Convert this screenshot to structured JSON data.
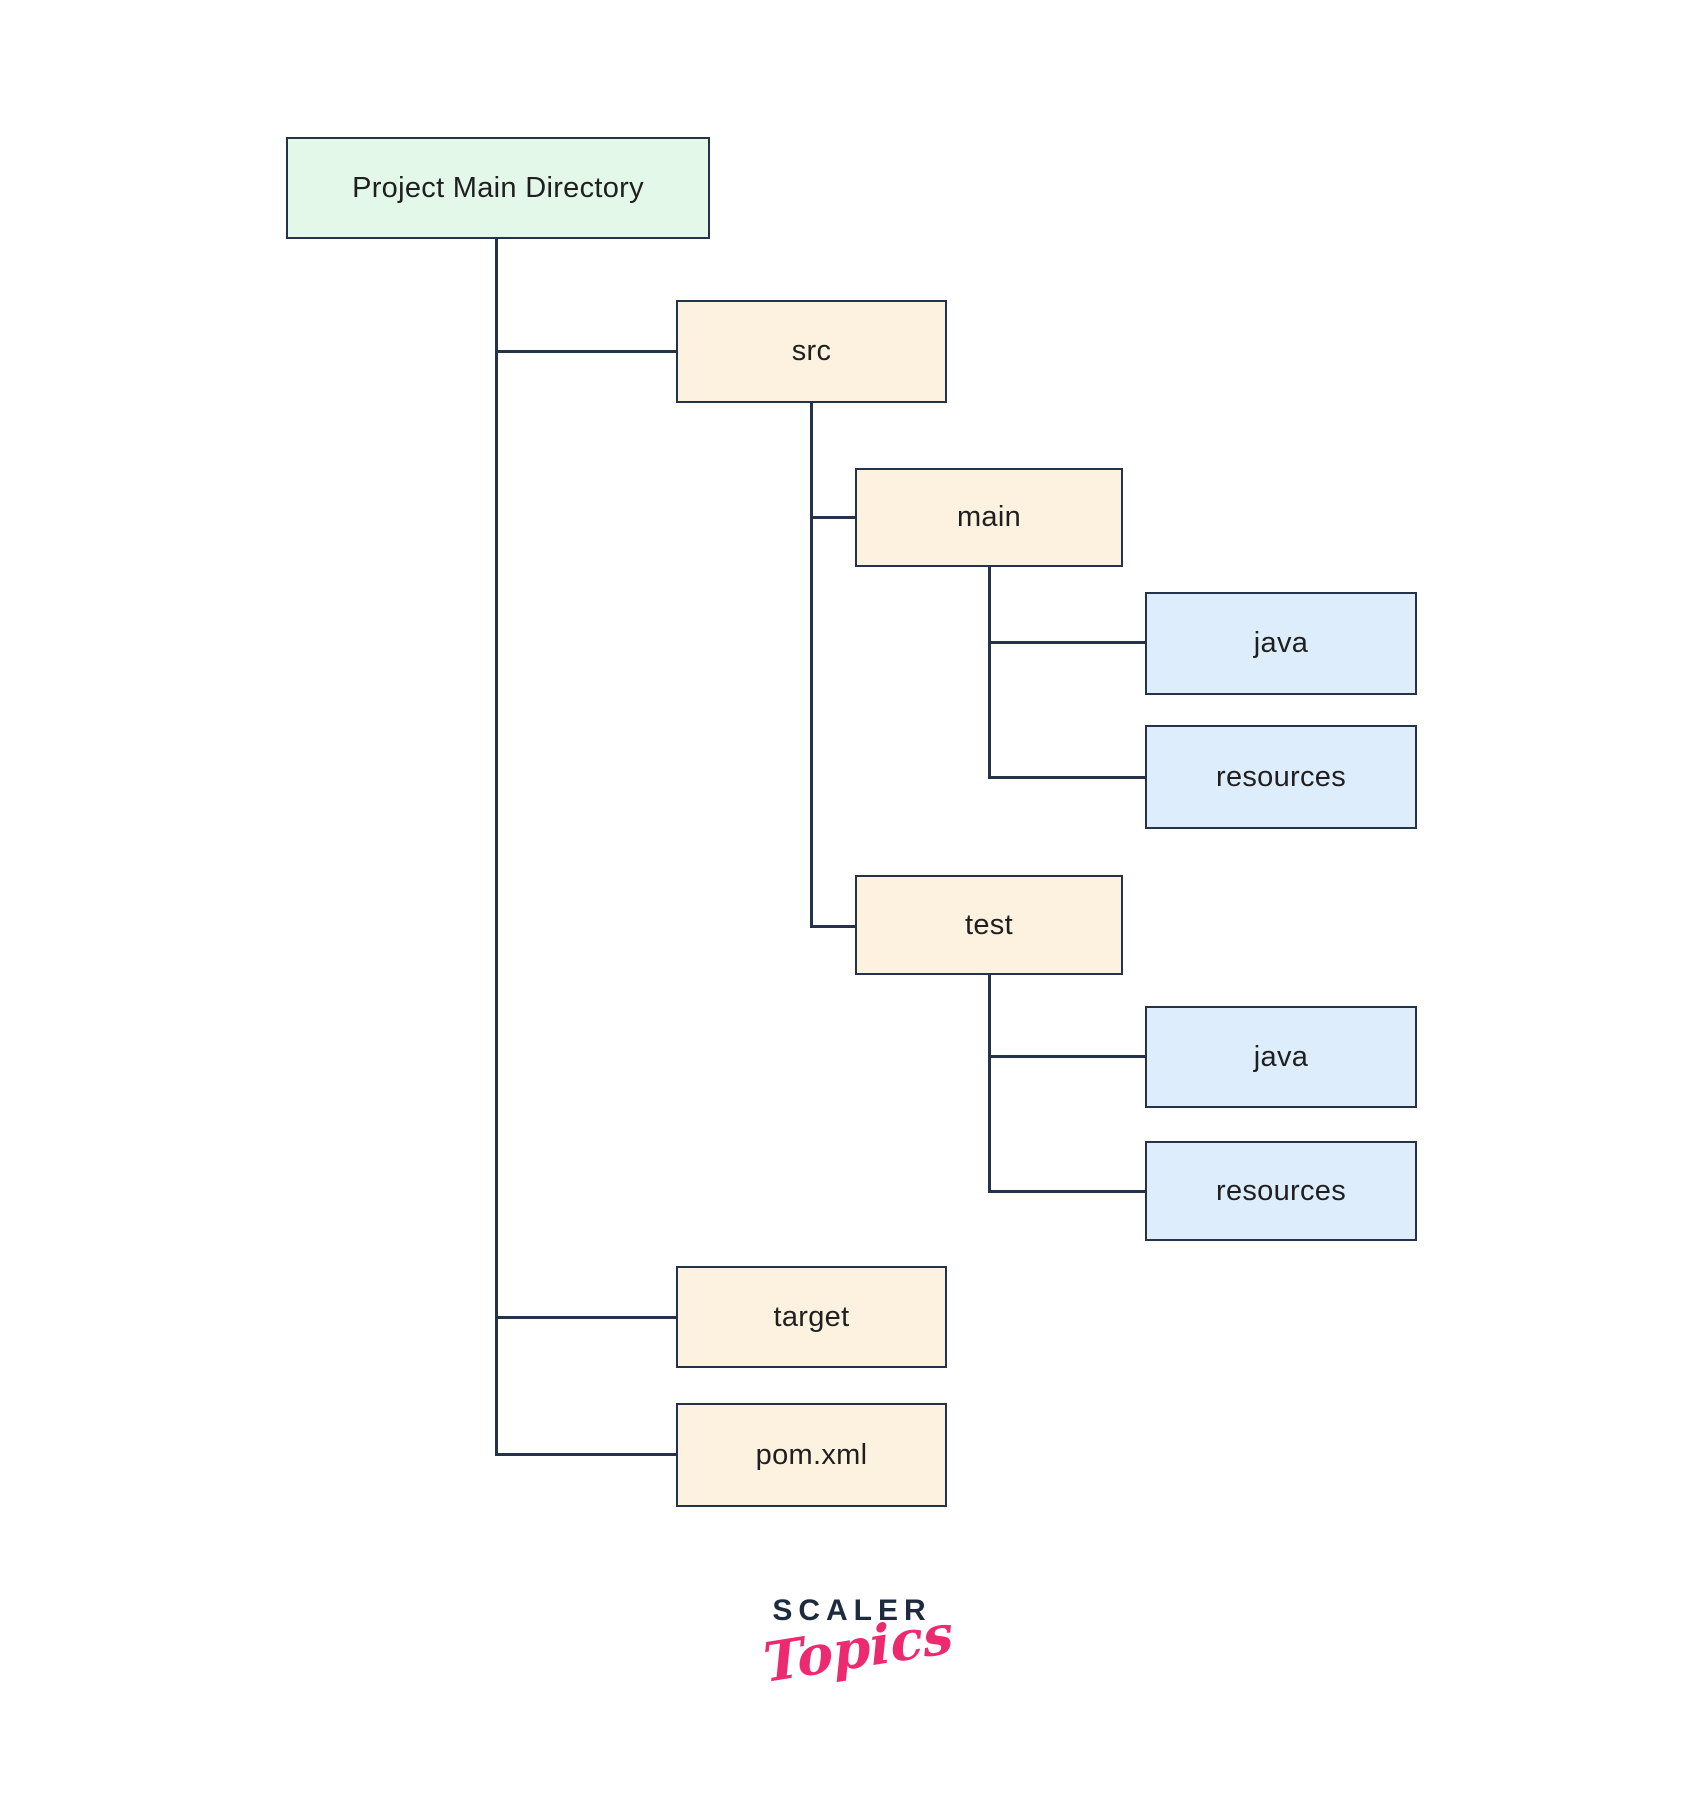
{
  "diagram": {
    "tree": {
      "label": "Project Main Directory",
      "children": [
        {
          "label": "src",
          "children": [
            {
              "label": "main",
              "children": [
                {
                  "label": "java"
                },
                {
                  "label": "resources"
                }
              ]
            },
            {
              "label": "test",
              "children": [
                {
                  "label": "java"
                },
                {
                  "label": "resources"
                }
              ]
            }
          ]
        },
        {
          "label": "target"
        },
        {
          "label": "pom.xml"
        }
      ]
    }
  },
  "branding": {
    "wordmark": "SCALER",
    "wordmark_script": "Topics"
  },
  "colors": {
    "root_fill": "#e3f8e9",
    "folder_fill": "#fdf2e0",
    "leaf_fill": "#ddedfb",
    "stroke": "#25334a",
    "label_text": "#1f1f1f",
    "wordmark_navy": "#1d2b3f",
    "wordmark_pink": "#ed296f"
  }
}
